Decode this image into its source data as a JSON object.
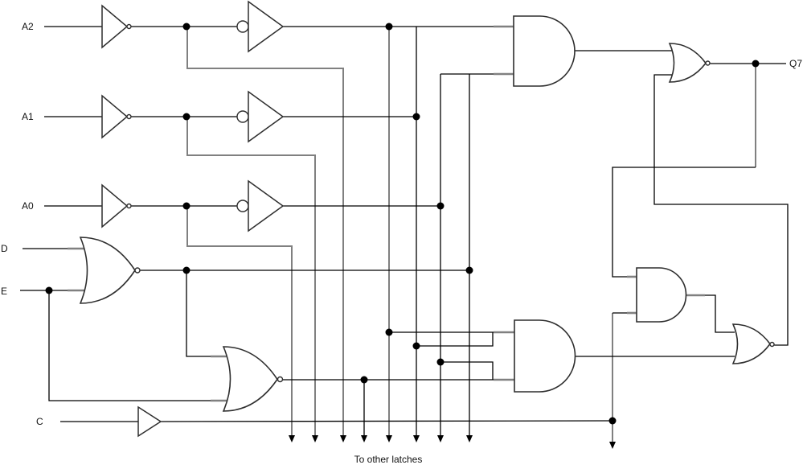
{
  "diagram": {
    "title_implied": "Addressable latch cell (bit 7) logic diagram",
    "labels": {
      "a2": "A2",
      "a1": "A1",
      "a0": "A0",
      "d": "D",
      "e": "E",
      "c": "C",
      "q7": "Q7",
      "caption": "To other latches"
    },
    "gates": [
      {
        "id": "inv-a2-stage1",
        "type": "inverter-output-bubble"
      },
      {
        "id": "inv-a2-stage2",
        "type": "inverter-input-bubble"
      },
      {
        "id": "inv-a1-stage1",
        "type": "inverter-output-bubble"
      },
      {
        "id": "inv-a1-stage2",
        "type": "inverter-input-bubble"
      },
      {
        "id": "inv-a0-stage1",
        "type": "inverter-output-bubble"
      },
      {
        "id": "inv-a0-stage2",
        "type": "inverter-input-bubble"
      },
      {
        "id": "nor-d-e",
        "type": "nor"
      },
      {
        "id": "nor-c-e",
        "type": "nor"
      },
      {
        "id": "buffer-c",
        "type": "buffer"
      },
      {
        "id": "and-decode-top",
        "type": "and"
      },
      {
        "id": "and-decode-bottom",
        "type": "and"
      },
      {
        "id": "and-feedback",
        "type": "and"
      },
      {
        "id": "nor-q7",
        "type": "nor"
      },
      {
        "id": "nor-latch",
        "type": "nor"
      }
    ],
    "bus_arrows": 9,
    "colors": {
      "wire": "#000000",
      "gray": "#808080",
      "outline": "#2e2e2e",
      "background": "#ffffff"
    }
  }
}
